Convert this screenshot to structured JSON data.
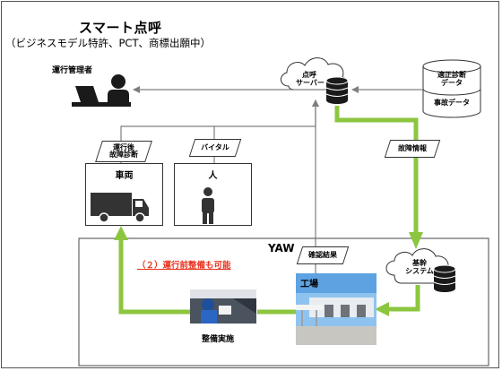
{
  "title": "スマート点呼",
  "subtitle": "（ビジネスモデル特許、PCT、商標出願中）",
  "nodes": {
    "operations_manager": "運行管理者",
    "roll_call_server": "点呼\nサーバー",
    "db_top": "適正診断\nデータ",
    "db_bottom": "事故データ",
    "post_op_diag": "運行後\n故障診断",
    "vital": "バイタル",
    "fault_info": "故障情報",
    "vehicle": "車両",
    "person": "人",
    "yaw": "YAW",
    "confirmation": "確認結果",
    "core_system": "基幹\nシステム",
    "pre_op": "（２）運行前整備も可能",
    "factory": "工場",
    "maintenance": "整備実施"
  },
  "colors": {
    "flow_green": "#8cc63f",
    "arrow_gray": "#7f7f7f",
    "highlight_red": "#e8321e",
    "db_black": "#1a1a1a"
  }
}
